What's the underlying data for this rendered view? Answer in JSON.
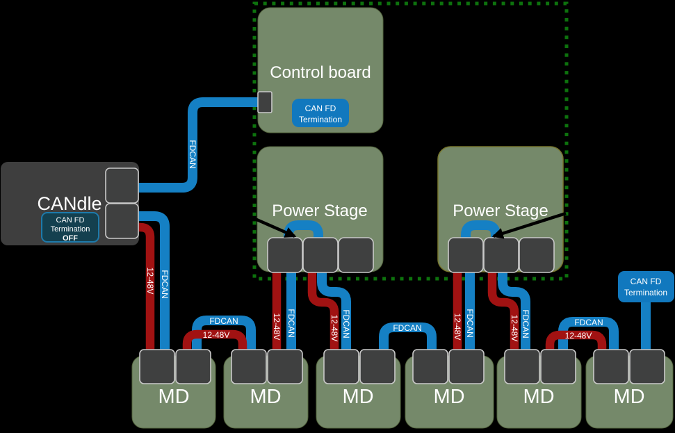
{
  "diagram": {
    "candle": {
      "title": "CANdle",
      "badge_line1": "CAN FD",
      "badge_line2": "Termination",
      "badge_line3": "OFF"
    },
    "control_board": {
      "title": "Control board",
      "badge_line1": "CAN FD",
      "badge_line2": "Termination"
    },
    "power_stage_1": {
      "title": "Power Stage"
    },
    "power_stage_2": {
      "title": "Power Stage"
    },
    "md_units": [
      {
        "label": "MD"
      },
      {
        "label": "MD"
      },
      {
        "label": "MD"
      },
      {
        "label": "MD"
      },
      {
        "label": "MD"
      },
      {
        "label": "MD"
      }
    ],
    "termination_badge": {
      "line1": "CAN FD",
      "line2": "Termination"
    },
    "cable_labels": {
      "fdcan": "FDCAN",
      "power": "12-48V"
    },
    "colors": {
      "background": "#000000",
      "box_green": "#75896a",
      "box_gray": "#3e3e3e",
      "connector_gray": "#3f4040",
      "cable_blue": "#1580c4",
      "cable_red": "#a11212",
      "badge_blue": "#1178be",
      "candle_badge_fill": "#14404f",
      "candle_badge_border": "#1d7aab",
      "dotted_border_green": "#0d720d"
    }
  }
}
